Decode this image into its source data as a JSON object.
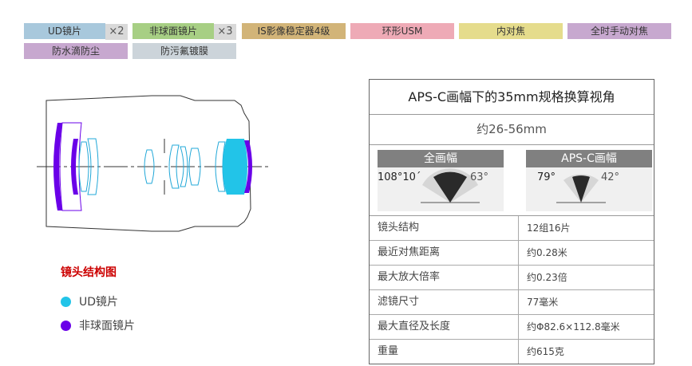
{
  "tags": [
    {
      "label": "UD镜片",
      "mult": "×2",
      "color": "#a8c8dc"
    },
    {
      "label": "非球面镜片",
      "mult": "×3",
      "color": "#a7cf84"
    },
    {
      "label": "IS影像稳定器4级",
      "color": "#d2b478"
    },
    {
      "label": "环形USM",
      "color": "#eeaab6"
    },
    {
      "label": "内对焦",
      "color": "#e5dc8c"
    },
    {
      "label": "全时手动对焦",
      "color": "#c7a8cf"
    },
    {
      "label": "防水滴防尘",
      "color": "#c7a8cf"
    },
    {
      "label": "防污氟镀膜",
      "color": "#ccd4da"
    }
  ],
  "legend": {
    "title": "镜头结构图",
    "items": [
      {
        "label": "UD镜片",
        "color": "#22c4e8"
      },
      {
        "label": "非球面镜片",
        "color": "#6a00e8"
      }
    ]
  },
  "panel": {
    "title": "APS-C画幅下的35mm规格换算视角",
    "range": "约26-56mm",
    "formats": [
      {
        "label": "全画幅",
        "diag": "108°10´",
        "horiz": "63°"
      },
      {
        "label": "APS-C画幅",
        "diag": "79°",
        "horiz": "42°"
      }
    ],
    "specs": [
      {
        "k": "镜头结构",
        "v": "12组16片"
      },
      {
        "k": "最近对焦距离",
        "v": "约0.28米"
      },
      {
        "k": "最大放大倍率",
        "v": "约0.23倍"
      },
      {
        "k": "滤镜尺寸",
        "v": "77毫米"
      },
      {
        "k": "最大直径及长度",
        "v": "约Φ82.6×112.8毫米"
      },
      {
        "k": "重量",
        "v": "约615克"
      }
    ]
  }
}
